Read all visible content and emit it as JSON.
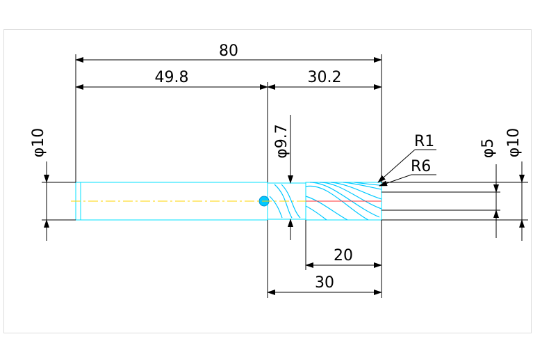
{
  "drawing": {
    "dimensions": {
      "overall_length": "80",
      "shank_length": "49.8",
      "head_length": "30.2",
      "flute_length": "20",
      "body_length": "30",
      "shank_diameter": "φ10",
      "neck_diameter": "φ9.7",
      "core_diameter": "φ5",
      "cutter_diameter": "φ10",
      "corner_radius": "R1",
      "helix_radius": "R6"
    },
    "colors": {
      "dimension_lines": "#000000",
      "part_outline": "#00e0ff",
      "centerline": "#ffd400",
      "axis_red": "#ff3030"
    }
  }
}
